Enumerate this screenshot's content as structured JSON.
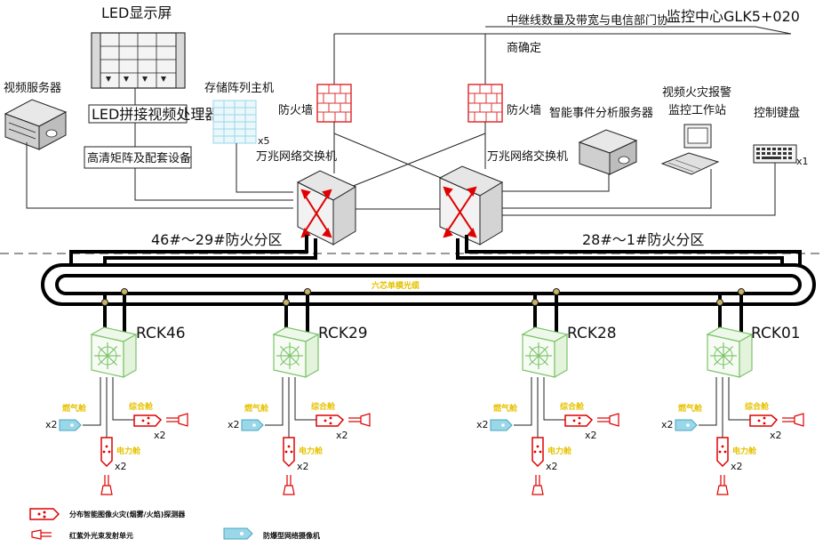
{
  "top": {
    "trunk_label_line1": "中继线数量及带宽与电信部门协",
    "trunk_label_line2": "商确定",
    "center_label": "监控中心GLK5+020"
  },
  "devices": {
    "led_screen": "LED显示屏",
    "led_processor": "LED拼接视频处理器",
    "hd_matrix": "高清矩阵及配套设备",
    "video_server": "视频服务器",
    "storage_host": "存储阵列主机",
    "storage_count": "x5",
    "firewall_left": "防火墙",
    "firewall_right": "防火墙",
    "switch_left": "万兆网络交换机",
    "switch_right": "万兆网络交换机",
    "event_server": "智能事件分析服务器",
    "fire_station_line1": "视频火灾报警",
    "fire_station_line2": "监控工作站",
    "keyboard": "控制键盘",
    "keyboard_count": "x1"
  },
  "zones": {
    "left": "46#～29#防火分区",
    "right": "28#～1#防火分区"
  },
  "ring_label": "六芯单模光缆",
  "nodes": [
    {
      "name": "RCK46"
    },
    {
      "name": "RCK29"
    },
    {
      "name": "RCK28"
    },
    {
      "name": "RCK01"
    }
  ],
  "cabin_labels": {
    "gas": "燃气舱",
    "combined": "综合舱",
    "power": "电力舱",
    "x2": "x2"
  },
  "legend": {
    "detector": "分布智能图像火灾(烟雾/火焰)探测器",
    "emitter": "红紫外光束发射单元",
    "camera": "防爆型网络摄像机"
  },
  "colors": {
    "firewall": "#e23030",
    "switch_arrow": "#e00000",
    "node_green": "#7cc36a",
    "camera_blue": "#9ad7e8",
    "detector_red": "#e00000",
    "label_yellow": "#e6c200"
  }
}
